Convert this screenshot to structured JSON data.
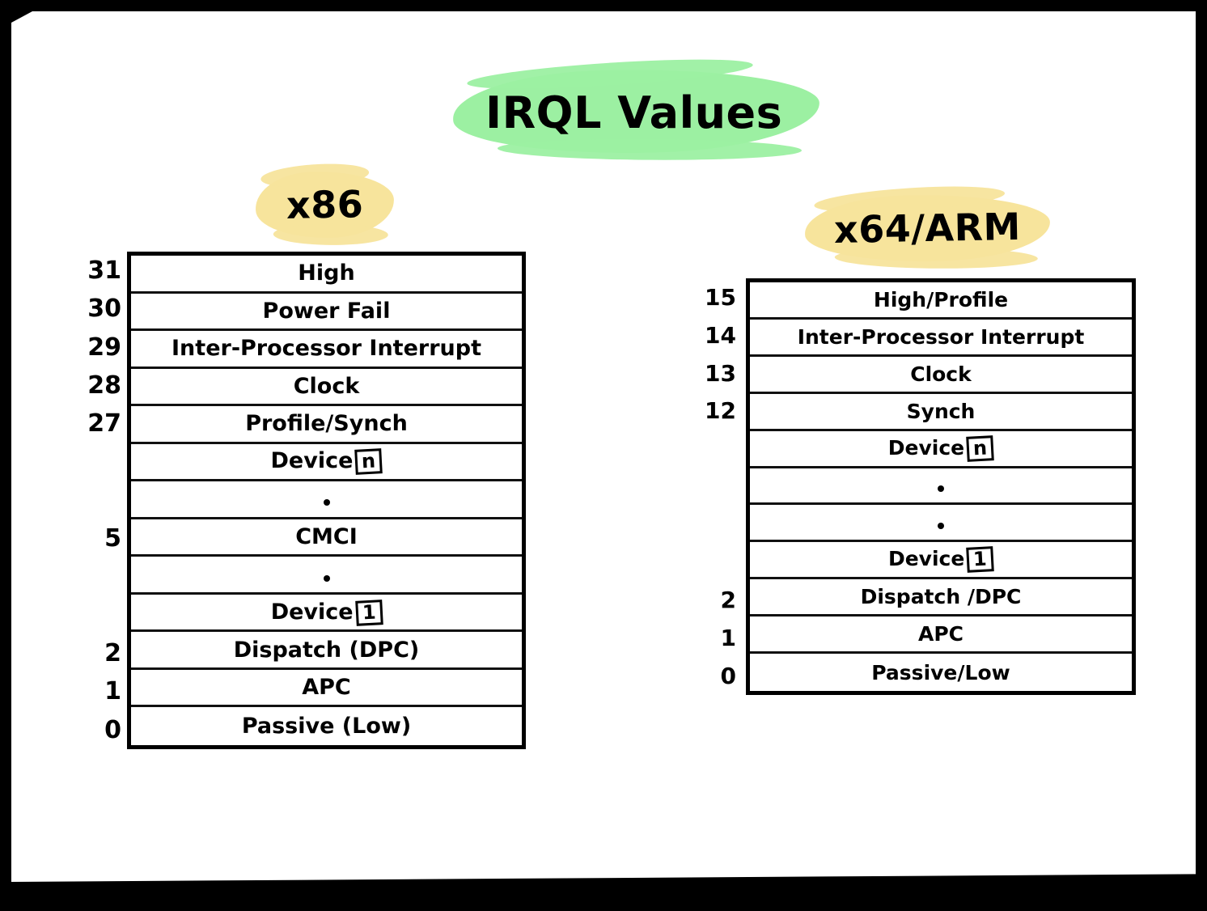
{
  "page": {
    "title": "IRQL Values",
    "background_color": "#ffffff",
    "frame_color": "#000000",
    "ink_color": "#000000"
  },
  "highlights": {
    "title_color": "#9cf0a2",
    "heading_color": "#f7e49c"
  },
  "tables": [
    {
      "id": "x86",
      "heading": "x86",
      "rows": [
        {
          "irql": "31",
          "label": "High",
          "boxed": "",
          "dot": false
        },
        {
          "irql": "30",
          "label": "Power Fail",
          "boxed": "",
          "dot": false
        },
        {
          "irql": "29",
          "label": "Inter-Processor Interrupt",
          "boxed": "",
          "dot": false
        },
        {
          "irql": "28",
          "label": "Clock",
          "boxed": "",
          "dot": false
        },
        {
          "irql": "27",
          "label": "Profile/Synch",
          "boxed": "",
          "dot": false
        },
        {
          "irql": "",
          "label": "Device",
          "boxed": "n",
          "dot": false
        },
        {
          "irql": "",
          "label": "",
          "boxed": "",
          "dot": true
        },
        {
          "irql": "5",
          "label": "CMCI",
          "boxed": "",
          "dot": false
        },
        {
          "irql": "",
          "label": "",
          "boxed": "",
          "dot": true
        },
        {
          "irql": "",
          "label": "Device",
          "boxed": "1",
          "dot": false
        },
        {
          "irql": "2",
          "label": "Dispatch (DPC)",
          "boxed": "",
          "dot": false
        },
        {
          "irql": "1",
          "label": "APC",
          "boxed": "",
          "dot": false
        },
        {
          "irql": "0",
          "label": "Passive (Low)",
          "boxed": "",
          "dot": false
        }
      ]
    },
    {
      "id": "x64arm",
      "heading": "x64/ARM",
      "rows": [
        {
          "irql": "15",
          "label": "High/Profile",
          "boxed": "",
          "dot": false
        },
        {
          "irql": "14",
          "label": "Inter-Processor Interrupt",
          "boxed": "",
          "dot": false
        },
        {
          "irql": "13",
          "label": "Clock",
          "boxed": "",
          "dot": false
        },
        {
          "irql": "12",
          "label": "Synch",
          "boxed": "",
          "dot": false
        },
        {
          "irql": "",
          "label": "Device",
          "boxed": "n",
          "dot": false
        },
        {
          "irql": "",
          "label": "",
          "boxed": "",
          "dot": true
        },
        {
          "irql": "",
          "label": "",
          "boxed": "",
          "dot": true
        },
        {
          "irql": "",
          "label": "Device",
          "boxed": "1",
          "dot": false
        },
        {
          "irql": "2",
          "label": "Dispatch /DPC",
          "boxed": "",
          "dot": false
        },
        {
          "irql": "1",
          "label": "APC",
          "boxed": "",
          "dot": false
        },
        {
          "irql": "0",
          "label": "Passive/Low",
          "boxed": "",
          "dot": false
        }
      ]
    }
  ]
}
